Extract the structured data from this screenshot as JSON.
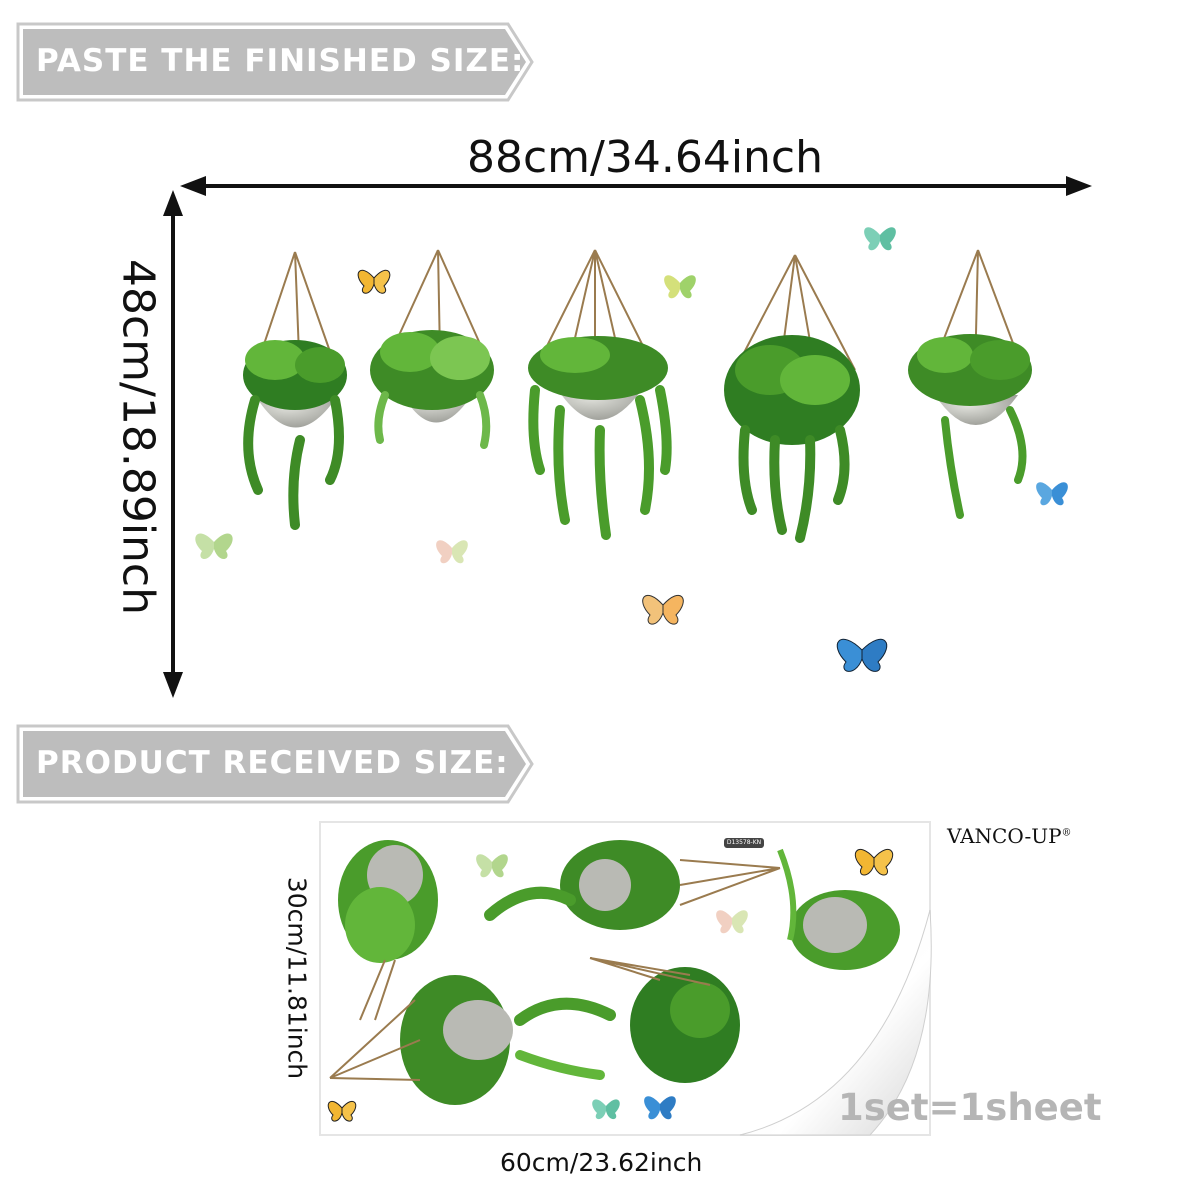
{
  "banners": {
    "finished": "PASTE THE FINISHED SIZE:",
    "received": "PRODUCT RECEIVED SIZE:"
  },
  "finished_size": {
    "width": "88cm/34.64inch",
    "height": "48cm/18.89inch"
  },
  "received_size": {
    "width": "60cm/23.62inch",
    "height": "30cm/11.81inch"
  },
  "brand": "VANCO-UP",
  "brand_mark": "®",
  "sheet_code": "D13578-KN",
  "set_info": "1set=1sheet",
  "colors": {
    "banner": "#bdbdbd",
    "leaf_dark": "#2f7d22",
    "leaf_light": "#62b63a",
    "pot": "#b9bab4",
    "rope": "#9a7b4f",
    "set_text": "#b5b5b5"
  },
  "icons": [
    "plant-icon",
    "butterfly-icon",
    "arrow-icon"
  ]
}
